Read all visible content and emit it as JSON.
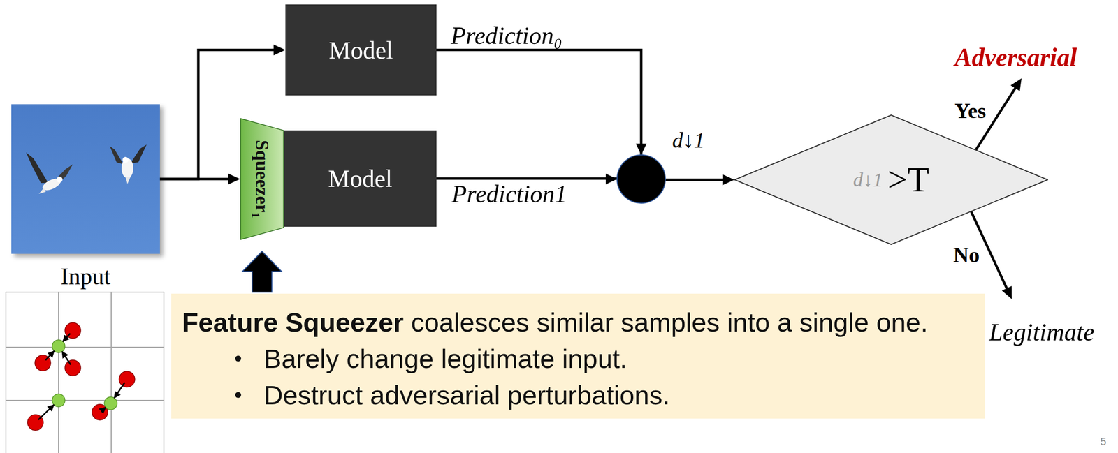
{
  "diagram": {
    "nodes": [
      {
        "text": [
          "Input"
        ]
      },
      {
        "text": [
          "Model"
        ]
      },
      {
        "text": [
          "Squeezer₁"
        ]
      },
      {
        "text": [
          "Model"
        ]
      },
      {
        "text": [
          "d↓1",
          ">T"
        ]
      },
      {
        "text": [
          "Adversarial"
        ]
      },
      {
        "text": [
          "Legitimate"
        ]
      },
      {
        "text": [
          "Feature Squeezer",
          "coalesces similar samples into a single one.",
          "Barely change legitimate input.",
          "Destruct adversarial perturbations."
        ]
      }
    ],
    "edges": [
      {
        "from": 0,
        "to": 1,
        "arrow": "to"
      },
      {
        "from": 0,
        "to": 2,
        "arrow": "to"
      },
      {
        "from": 1,
        "to": 4,
        "arrow": "to",
        "label": "Prediction₀"
      },
      {
        "from": 3,
        "to": 4,
        "arrow": "to",
        "label": "Prediction1"
      },
      {
        "from": 4,
        "to": 5,
        "arrow": "to",
        "label": "Yes"
      },
      {
        "from": 4,
        "to": 6,
        "arrow": "to",
        "label": "No"
      },
      {
        "from": 7,
        "to": 2,
        "arrow": "to"
      }
    ],
    "labels": [
      "d↓1",
      "5"
    ]
  }
}
